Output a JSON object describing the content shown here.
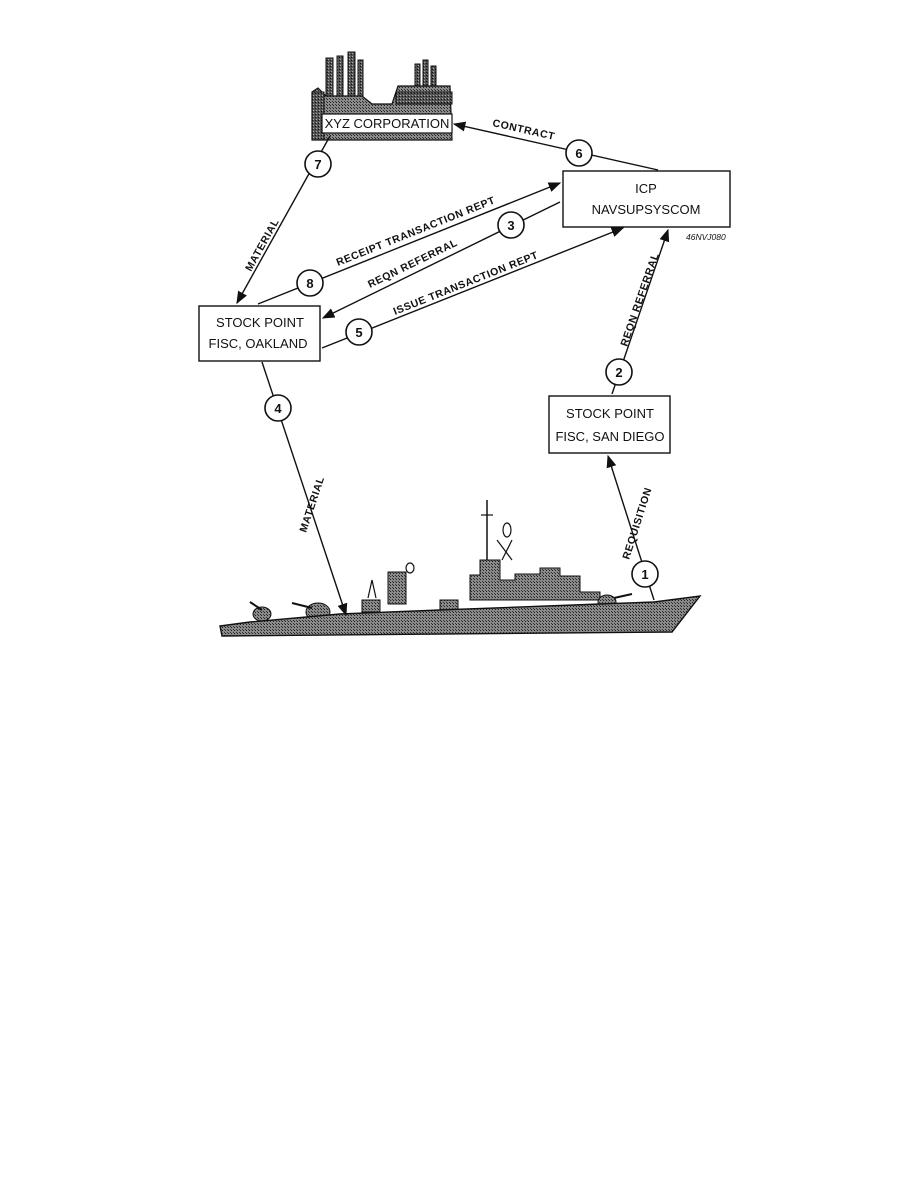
{
  "nodes": {
    "factory": {
      "label": "XYZ CORPORATION"
    },
    "icp": {
      "line1": "ICP",
      "line2": "NAVSUPSYSCOM"
    },
    "oakland": {
      "line1": "STOCK POINT",
      "line2": "FISC, OAKLAND"
    },
    "sandiego": {
      "line1": "STOCK POINT",
      "line2": "FISC, SAN DIEGO"
    }
  },
  "edges": {
    "contract": {
      "label": "CONTRACT",
      "step": "6"
    },
    "material_top": {
      "label": "MATERIAL",
      "step": "7"
    },
    "receipt": {
      "label": "RECEIPT TRANSACTION REPT",
      "step": "8"
    },
    "reqn_referral_icp": {
      "label": "REQN REFERRAL",
      "step": "3"
    },
    "issue": {
      "label": "ISSUE TRANSACTION REPT",
      "step": "5"
    },
    "material_bottom": {
      "label": "MATERIAL",
      "step": "4"
    },
    "reqn_referral_sd": {
      "label": "REQN REFERRAL",
      "step": "2"
    },
    "requisition": {
      "label": "REQUISITION",
      "step": "1"
    }
  },
  "figure_code": "46NVJ080",
  "colors": {
    "ink": "#111111",
    "hull_fill": "#6f6f6f",
    "factory_fill": "#5a5a5a"
  }
}
